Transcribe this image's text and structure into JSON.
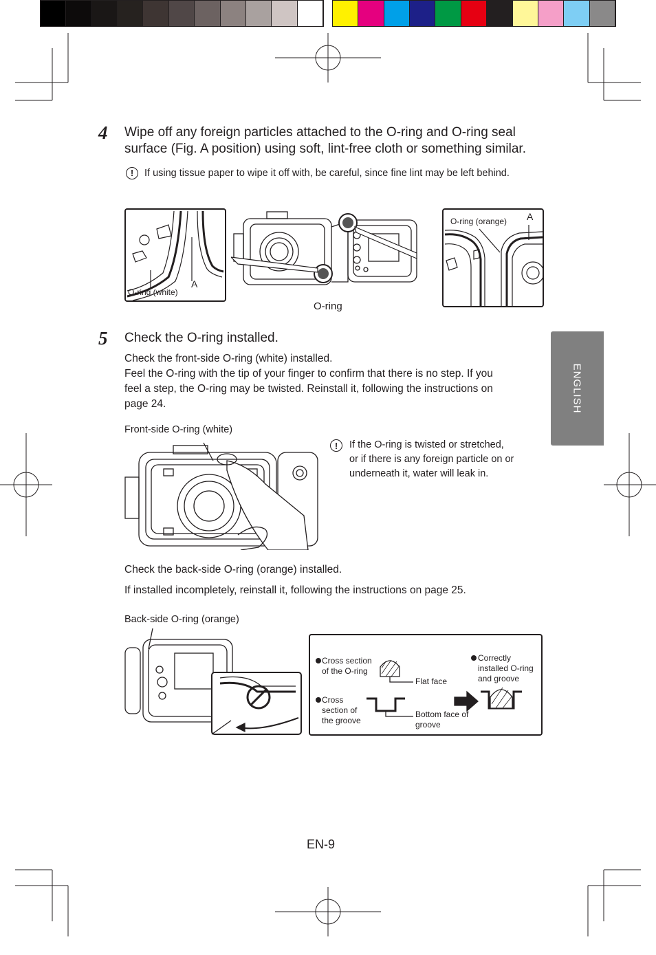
{
  "swatches_gray": [
    "#000000",
    "#0d0b0b",
    "#1a1716",
    "#26221f",
    "#3e3533",
    "#504747",
    "#6c6261",
    "#8c8280",
    "#a9a19f",
    "#cfc5c3",
    "#ffffff"
  ],
  "swatches_color": [
    "#fff100",
    "#e5007f",
    "#00a0e8",
    "#1d2088",
    "#009944",
    "#e60012",
    "#231f20",
    "#fff799",
    "#f59fc8",
    "#7ecef4",
    "#8a8989"
  ],
  "side_tab": "ENGLISH",
  "step4": {
    "number": "4",
    "text_line1": "Wipe off any foreign particles attached to the O-ring and O-ring seal",
    "text_line2": "surface (Fig. A position) using soft, lint-free cloth or something similar.",
    "note": "If using tissue paper to wipe it off with, be careful, since fine lint may be left behind.",
    "fig_left_label": "O-ring (white)",
    "fig_left_a": "A",
    "fig_center_label": "O-ring",
    "fig_right_label": "O-ring (orange)",
    "fig_right_a": "A"
  },
  "step5": {
    "number": "5",
    "heading": "Check the O-ring installed.",
    "p1": "Check the front-side O-ring (white) installed.",
    "p2_line1": "Feel the O-ring with the tip of your finger to confirm that there is no step. If you",
    "p2_line2": "feel a step, the O-ring may be twisted. Reinstall it, following the instructions on",
    "p2_line3": "page 24.",
    "front_label": "Front-side O-ring (white)",
    "note_line1": "If the O-ring is twisted or stretched,",
    "note_line2": "or if there is any foreign particle on or",
    "note_line3": "underneath it, water will leak in.",
    "back_check": "Check the back-side O-ring (orange) installed.",
    "back_reinstall": "If installed incompletely, reinstall it, following the instructions on page 25.",
    "back_label": "Back-side O-ring (orange)",
    "cross_oring_1": "Cross section",
    "cross_oring_2": "of the O-ring",
    "flat_face": "Flat face",
    "cross_groove_1": "Cross",
    "cross_groove_2": "section of",
    "cross_groove_3": "the groove",
    "bottom_face_1": "Bottom face of",
    "bottom_face_2": "groove",
    "correct_1": "Correctly",
    "correct_2": "installed O-ring",
    "correct_3": "and groove"
  },
  "page_number": "EN-9"
}
